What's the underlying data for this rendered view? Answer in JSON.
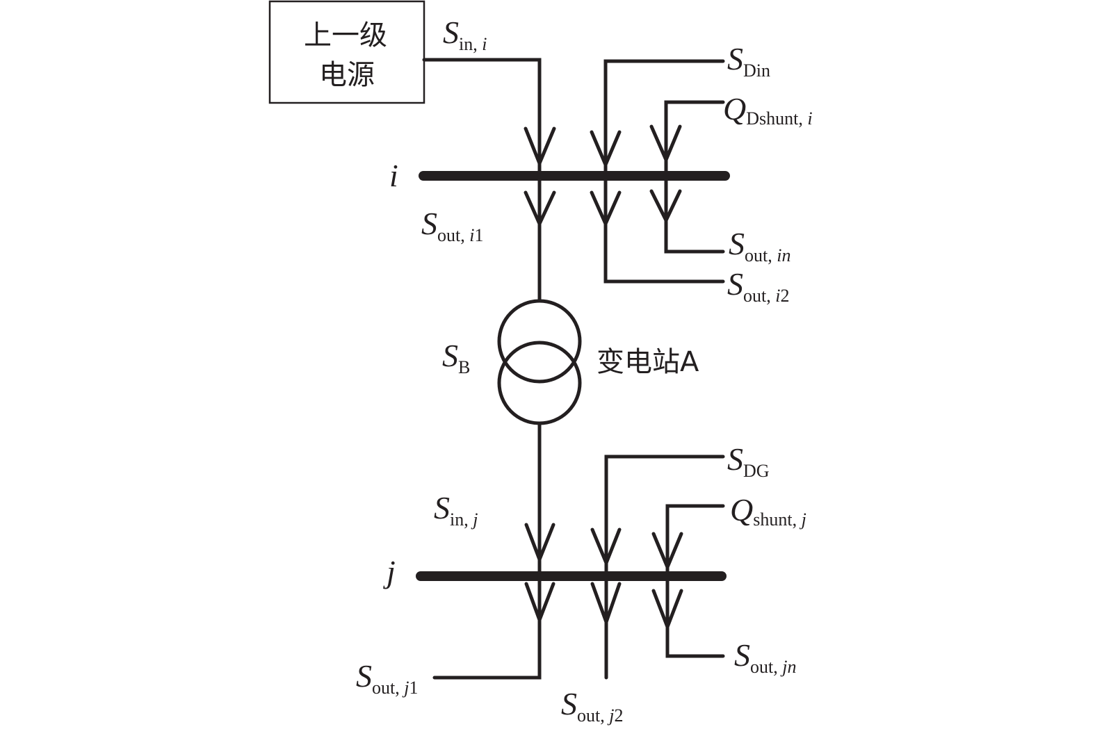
{
  "source_box": {
    "line1": "上一级",
    "line2": "电源"
  },
  "substation_label": "变电站A",
  "bus_i": "i",
  "bus_j": "j",
  "labels": {
    "s_in_i": {
      "main": "S",
      "sub": "in, ",
      "sub_it": "i",
      "tail": ""
    },
    "s_din": {
      "main": "S",
      "sub": "Din",
      "sub_it": "",
      "tail": ""
    },
    "q_dshunt_i": {
      "main": "Q",
      "sub": "Dshunt, ",
      "sub_it": "i",
      "tail": ""
    },
    "s_out_i1": {
      "main": "S",
      "sub": "out, ",
      "sub_it": "i",
      "tail": "1"
    },
    "s_out_in": {
      "main": "S",
      "sub": "out, ",
      "sub_it": "in",
      "tail": ""
    },
    "s_out_i2": {
      "main": "S",
      "sub": "out, ",
      "sub_it": "i",
      "tail": "2"
    },
    "s_b": {
      "main": "S",
      "sub": "B",
      "sub_it": "",
      "tail": ""
    },
    "s_dg": {
      "main": "S",
      "sub": "DG",
      "sub_it": "",
      "tail": ""
    },
    "s_in_j": {
      "main": "S",
      "sub": "in, ",
      "sub_it": "j",
      "tail": ""
    },
    "q_shunt_j": {
      "main": "Q",
      "sub": "shunt, ",
      "sub_it": "j",
      "tail": ""
    },
    "s_out_jn": {
      "main": "S",
      "sub": "out, ",
      "sub_it": "jn",
      "tail": ""
    },
    "s_out_j1": {
      "main": "S",
      "sub": "out, ",
      "sub_it": "j",
      "tail": "1"
    },
    "s_out_j2": {
      "main": "S",
      "sub": "out, ",
      "sub_it": "j",
      "tail": "2"
    }
  }
}
